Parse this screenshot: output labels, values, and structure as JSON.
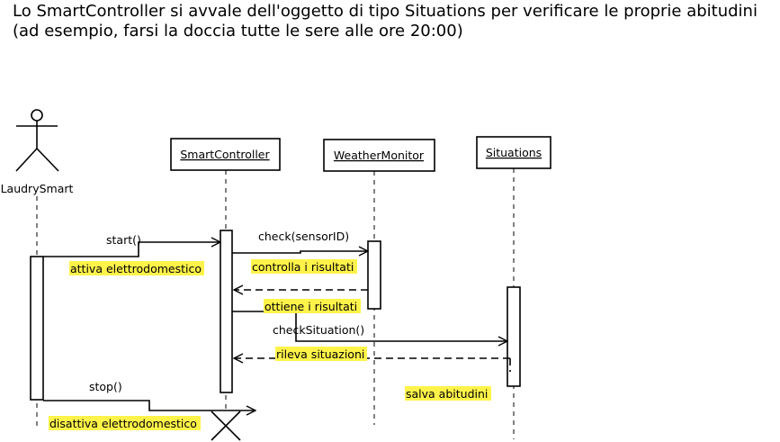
{
  "description": {
    "line1": "Lo SmartController si avvale dell'oggetto di tipo Situations per verificare le proprie abitudini",
    "line2": "(ad esempio, farsi la doccia tutte le sere alle ore 20:00)"
  },
  "actor": {
    "name": "LaudrySmart"
  },
  "lifelines": [
    {
      "name": "SmartController"
    },
    {
      "name": "WeatherMonitor"
    },
    {
      "name": "Situations"
    }
  ],
  "messages": {
    "start": "start()",
    "check": "check(sensorID)",
    "checkSituation": "checkSituation()",
    "stop": "stop()"
  },
  "notes": {
    "attiva": "attiva elettrodomestico",
    "controlla": "controlla i risultati",
    "ottiene": "ottiene i risultati",
    "rileva": "rileva situazioni",
    "salva": "salva abitudini",
    "disattiva": "disattiva elettrodomestico"
  }
}
